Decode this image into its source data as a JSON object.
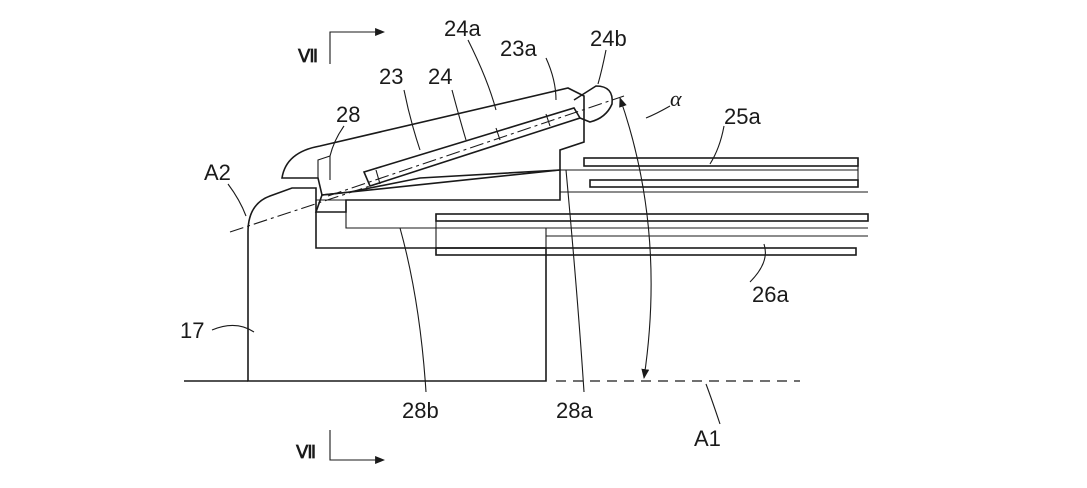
{
  "figure": {
    "section_marks": {
      "top": "Ⅶ",
      "bottom": "Ⅶ"
    },
    "labels": {
      "ref_23": "23",
      "ref_24": "24",
      "ref_24a": "24a",
      "ref_23a": "23a",
      "ref_24b": "24b",
      "ref_28": "28",
      "ref_A2": "A2",
      "ref_25a": "25a",
      "ref_26a": "26a",
      "ref_17": "17",
      "ref_28b": "28b",
      "ref_28a": "28a",
      "ref_A1": "A1",
      "angle_alpha": "α"
    }
  }
}
